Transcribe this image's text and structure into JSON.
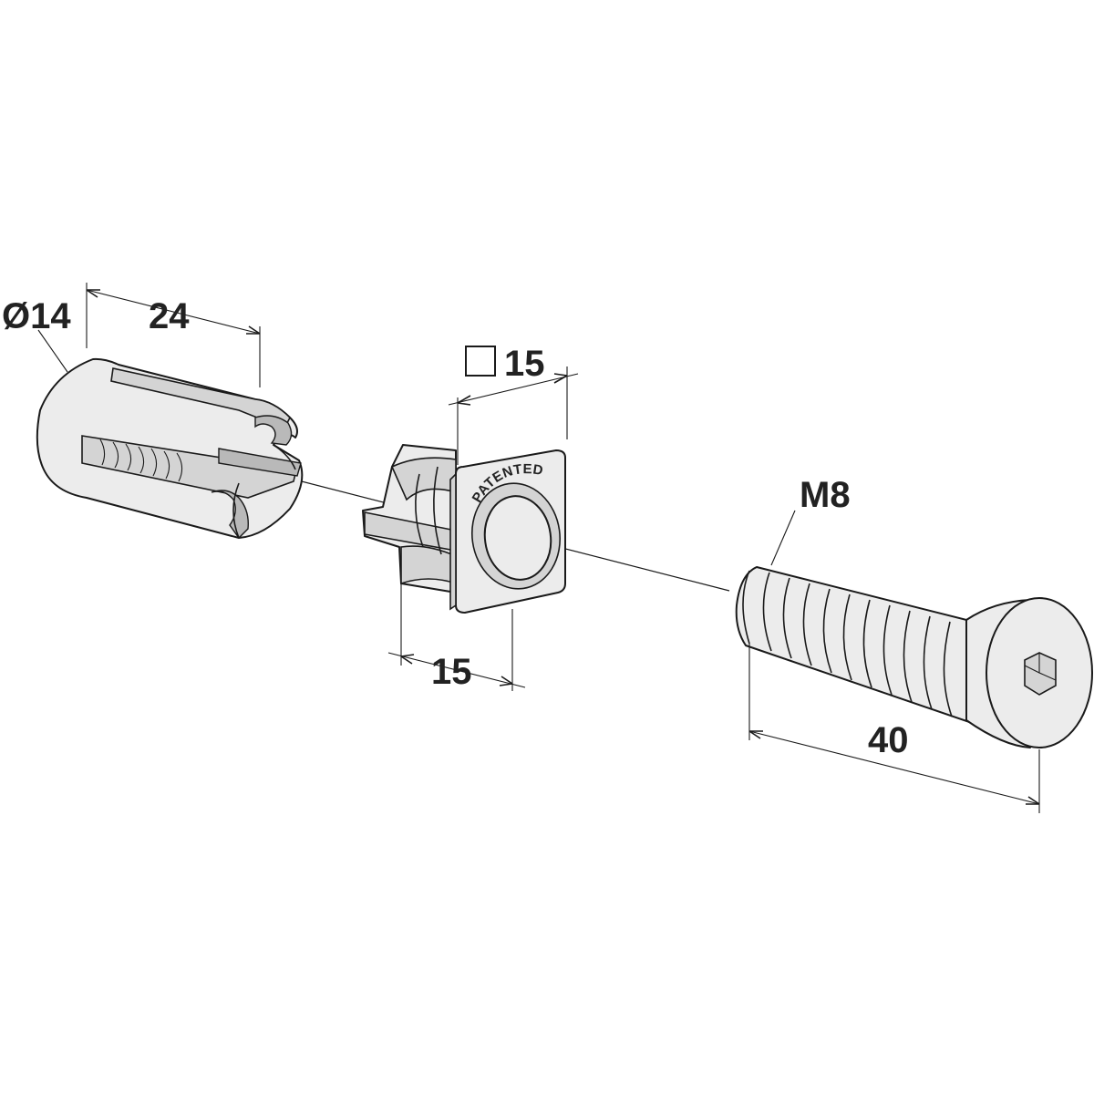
{
  "dimensions": {
    "sleeve_diameter": "Ø14",
    "sleeve_length": "24",
    "insert_square": "15",
    "insert_depth": "15",
    "thread": "M8",
    "screw_length": "40"
  },
  "stamp": "PATENTED",
  "colors": {
    "line": "#1a1a1a",
    "face": "#ececec",
    "shade": "#d4d4d4"
  }
}
